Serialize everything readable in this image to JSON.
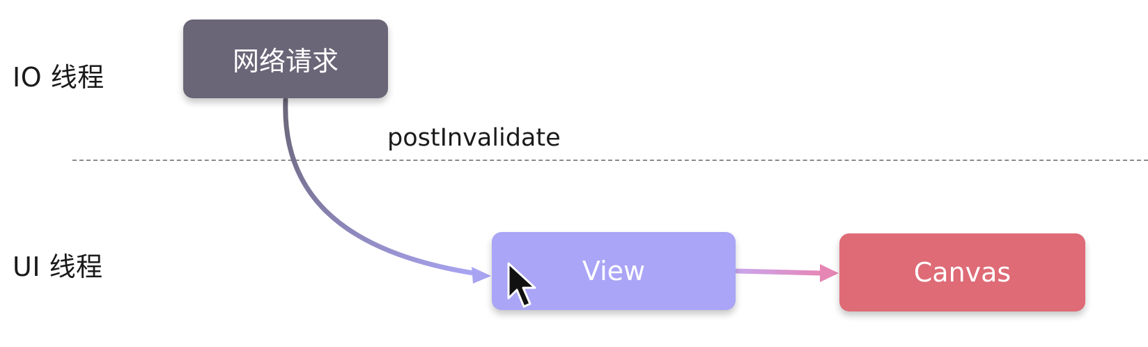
{
  "lanes": {
    "io": {
      "label": "IO 线程"
    },
    "ui": {
      "label": "UI 线程"
    }
  },
  "nodes": {
    "network_request": {
      "label": "网络请求",
      "color": "#6a6577"
    },
    "view": {
      "label": "View",
      "color": "#aaa5f6"
    },
    "canvas": {
      "label": "Canvas",
      "color": "#de6b76"
    }
  },
  "edges": {
    "post_invalidate": {
      "label": "postInvalidate"
    }
  },
  "divider": {
    "style": "dashed",
    "color": "#8a8a8a"
  },
  "cursor": {
    "icon": "arrow-pointer-icon"
  }
}
